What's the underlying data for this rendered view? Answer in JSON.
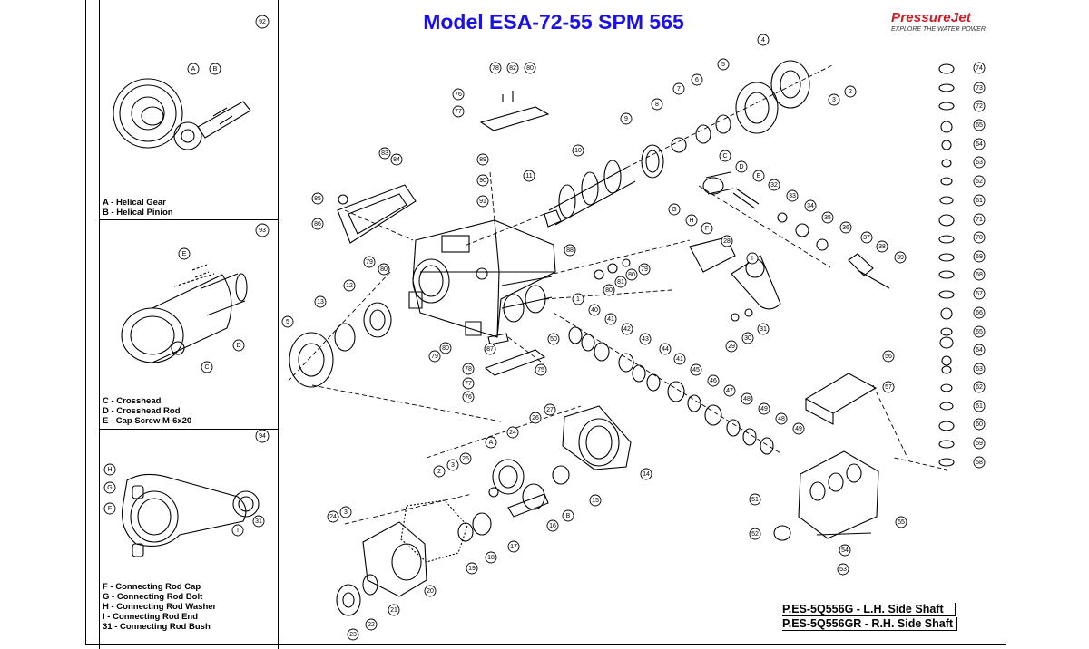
{
  "title": "Model ESA-72-55 SPM 565",
  "logo": {
    "brand": "PressureJet",
    "tagline": "EXPLORE THE WATER POWER"
  },
  "insets": [
    {
      "number": "92",
      "callouts": [
        "A",
        "B"
      ],
      "legend": [
        "A - Helical Gear",
        "B - Helical Pinion"
      ]
    },
    {
      "number": "93",
      "callouts": [
        "E",
        "C",
        "D"
      ],
      "legend": [
        "C - Crosshead",
        "D - Crosshead Rod",
        "E - Cap Screw M-6x20"
      ]
    },
    {
      "number": "94",
      "callouts": [
        "H",
        "G",
        "F",
        "I",
        "31"
      ],
      "legend": [
        "F - Connecting Rod Cap",
        "G - Connecting Rod Bolt",
        "H - Connecting Rod Washer",
        "I - Connecting Rod End",
        "31 - Connecting Rod Bush"
      ]
    }
  ],
  "main_callouts": [
    "78",
    "82",
    "80",
    "76",
    "77",
    "4",
    "5",
    "7",
    "6",
    "3",
    "2",
    "9",
    "8",
    "10",
    "11",
    "89",
    "90",
    "91",
    "83",
    "84",
    "85",
    "86",
    "79",
    "80",
    "88",
    "12",
    "13",
    "1",
    "5",
    "C",
    "D",
    "E",
    "32",
    "33",
    "34",
    "35",
    "36",
    "37",
    "38",
    "39",
    "G",
    "H",
    "F",
    "28",
    "I",
    "29",
    "30",
    "31",
    "80",
    "81",
    "80",
    "79",
    "40",
    "41",
    "42",
    "43",
    "44",
    "41",
    "45",
    "46",
    "47",
    "48",
    "49",
    "48",
    "49",
    "87",
    "50",
    "79",
    "80",
    "78",
    "77",
    "76",
    "75",
    "2",
    "3",
    "25",
    "A",
    "24",
    "26",
    "27",
    "14",
    "15",
    "B",
    "16",
    "17",
    "18",
    "19",
    "24",
    "3",
    "20",
    "21",
    "22",
    "23",
    "51",
    "52",
    "53",
    "54",
    "55",
    "56",
    "57",
    "74",
    "73",
    "72",
    "65",
    "64",
    "63",
    "62",
    "61",
    "71",
    "70",
    "69",
    "68",
    "67",
    "66",
    "65",
    "64",
    "63",
    "62",
    "61",
    "60",
    "59",
    "58"
  ],
  "part_numbers": [
    "P.ES-5Q556G - L.H. Side Shaft",
    "P.ES-5Q556GR - R.H. Side Shaft"
  ],
  "colors": {
    "title": "#1a0ff0",
    "brand": "#d41920",
    "line": "#000000"
  }
}
